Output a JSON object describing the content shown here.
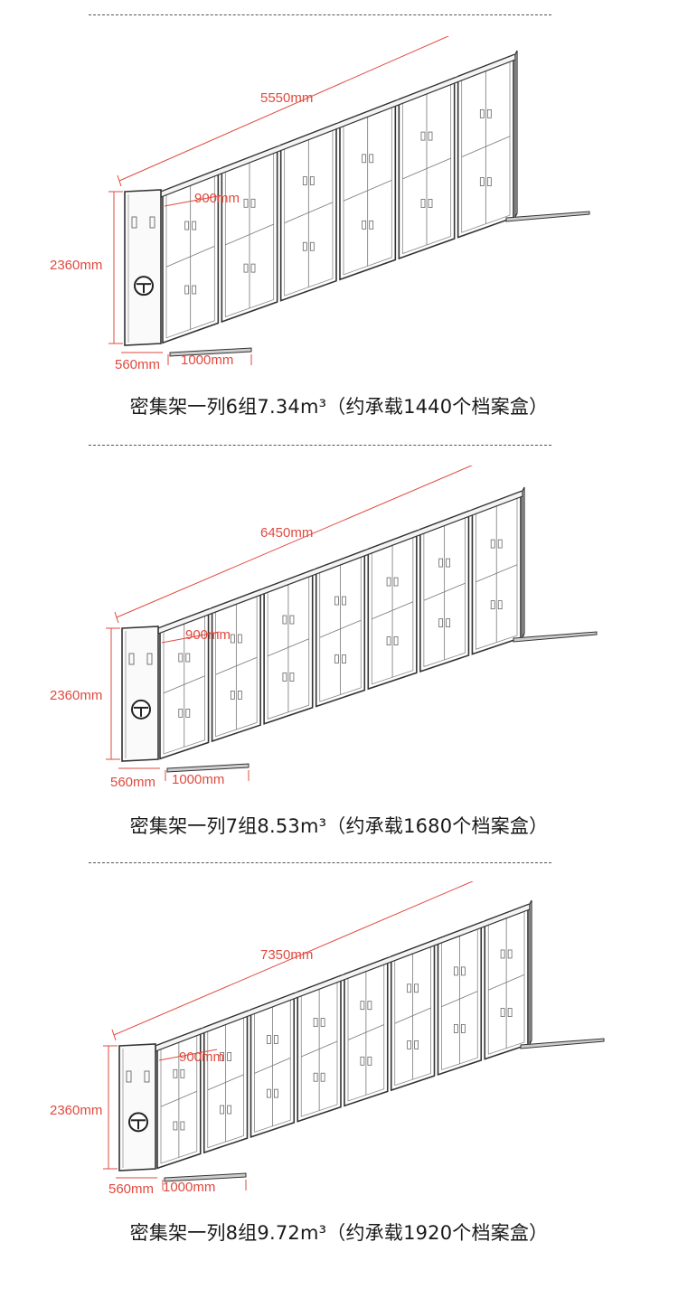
{
  "colors": {
    "dimension": "#e04a3f",
    "line": "#333333",
    "text": "#1a1a1a"
  },
  "sections": [
    {
      "dims": {
        "length": "5550mm",
        "height": "2360mm",
        "depth": "560mm",
        "cell_width": "900mm",
        "cell_depth": "1000mm"
      },
      "caption": "密集架一列6组7.34m³（约承载1440个档案盒）",
      "groups": 6
    },
    {
      "dims": {
        "length": "6450mm",
        "height": "2360mm",
        "depth": "560mm",
        "cell_width": "900mm",
        "cell_depth": "1000mm"
      },
      "caption": "密集架一列7组8.53m³（约承载1680个档案盒）",
      "groups": 7
    },
    {
      "dims": {
        "length": "7350mm",
        "height": "2360mm",
        "depth": "560mm",
        "cell_width": "900mm",
        "cell_depth": "1000mm"
      },
      "caption": "密集架一列8组9.72m³（约承载1920个档案盒）",
      "groups": 8
    }
  ]
}
